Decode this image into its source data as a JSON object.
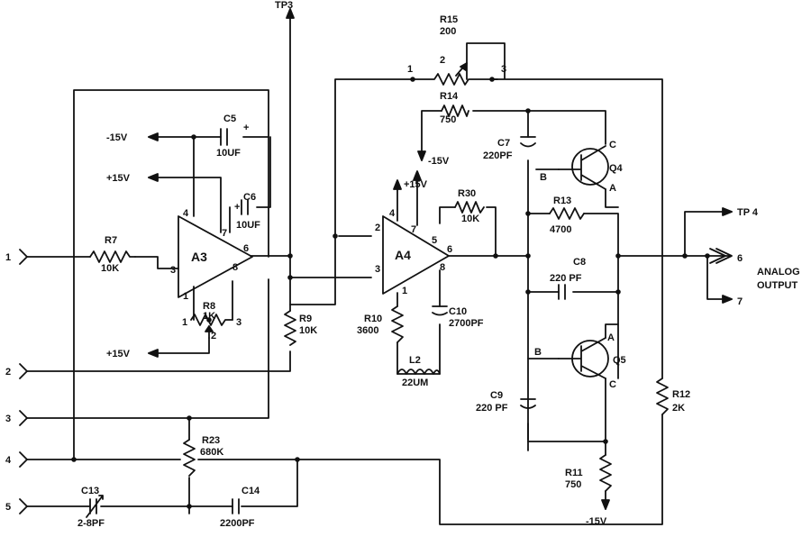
{
  "test_points": {
    "tp3": "TP3",
    "tp4": "TP 4"
  },
  "supplies": {
    "neg15_a": "-15V",
    "pos15_a": "+15V",
    "pos15_b": "+15V",
    "pos15_c": "+15V",
    "neg15_b": "-15V",
    "neg15_c": "-15V"
  },
  "inputs": {
    "in1": "1",
    "in2": "2",
    "in3": "3",
    "in4": "4",
    "in5": "5"
  },
  "outputs": {
    "out6": "6",
    "out7": "7",
    "analog_line1": "ANALOG",
    "analog_line2": "OUTPUT"
  },
  "amps": {
    "a3": {
      "name": "A3",
      "p4": "4",
      "p7": "7",
      "p3": "3",
      "p6": "6",
      "p1": "1",
      "p8": "8"
    },
    "a4": {
      "name": "A4",
      "p4": "4",
      "p7": "7",
      "p2": "2",
      "p3": "3",
      "p5": "5",
      "p6": "6",
      "p1": "1",
      "p8": "8"
    }
  },
  "components": {
    "r7": {
      "ref": "R7",
      "value": "10K"
    },
    "c5": {
      "ref": "C5",
      "value": "10UF",
      "polarity": "+"
    },
    "c6": {
      "ref": "C6",
      "value": "10UF",
      "polarity": "+"
    },
    "r8": {
      "ref": "R8",
      "value": "1K",
      "pin1": "1",
      "pin2": "2",
      "pin3": "3"
    },
    "r9": {
      "ref": "R9",
      "value": "10K"
    },
    "r15": {
      "ref": "R15",
      "value": "200",
      "pin1": "1",
      "pin2": "2",
      "pin3": "3"
    },
    "r14": {
      "ref": "R14",
      "value": "750"
    },
    "c7": {
      "ref": "C7",
      "value": "220PF"
    },
    "r30": {
      "ref": "R30",
      "value": "10K"
    },
    "r10": {
      "ref": "R10",
      "value": "3600"
    },
    "c10": {
      "ref": "C10",
      "value": "2700PF"
    },
    "l2": {
      "ref": "L2",
      "value": "22UM"
    },
    "r13": {
      "ref": "R13",
      "value": "4700"
    },
    "c8": {
      "ref": "C8",
      "value": "220 PF"
    },
    "c9": {
      "ref": "C9",
      "value": "220 PF"
    },
    "r11": {
      "ref": "R11",
      "value": "750"
    },
    "r12": {
      "ref": "R12",
      "value": "2K"
    },
    "r23": {
      "ref": "R23",
      "value": "680K"
    },
    "c13": {
      "ref": "C13",
      "value": "2-8PF"
    },
    "c14": {
      "ref": "C14",
      "value": "2200PF"
    }
  },
  "transistors": {
    "q4": {
      "ref": "Q4",
      "b": "B",
      "c": "C",
      "a": "A"
    },
    "q5": {
      "ref": "Q5",
      "b": "B",
      "c": "C",
      "a": "A"
    }
  }
}
